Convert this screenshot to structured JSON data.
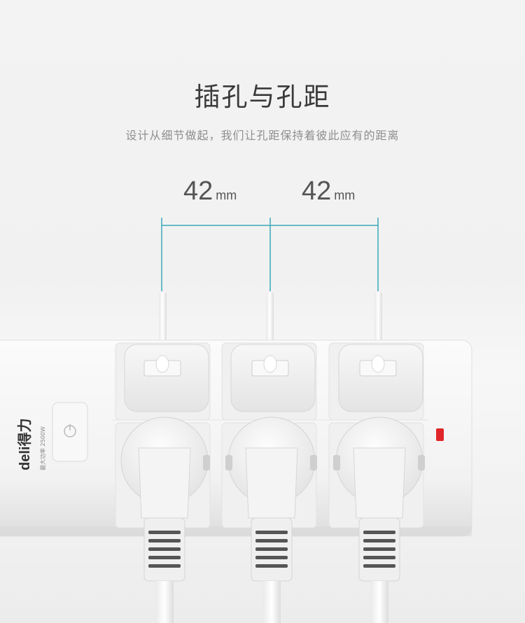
{
  "heading": {
    "title": "插孔与孔距",
    "subtitle": "设计从细节做起，我们让孔距保持着彼此应有的距离"
  },
  "dimensions": [
    {
      "value": "42",
      "unit": "mm"
    },
    {
      "value": "42",
      "unit": "mm"
    }
  ],
  "product": {
    "brand": "deli得力",
    "power_label": "最大功率",
    "power_value": "2500W"
  },
  "colors": {
    "dimension_line": "#3aa9b8",
    "indicator": "#e0262b"
  }
}
